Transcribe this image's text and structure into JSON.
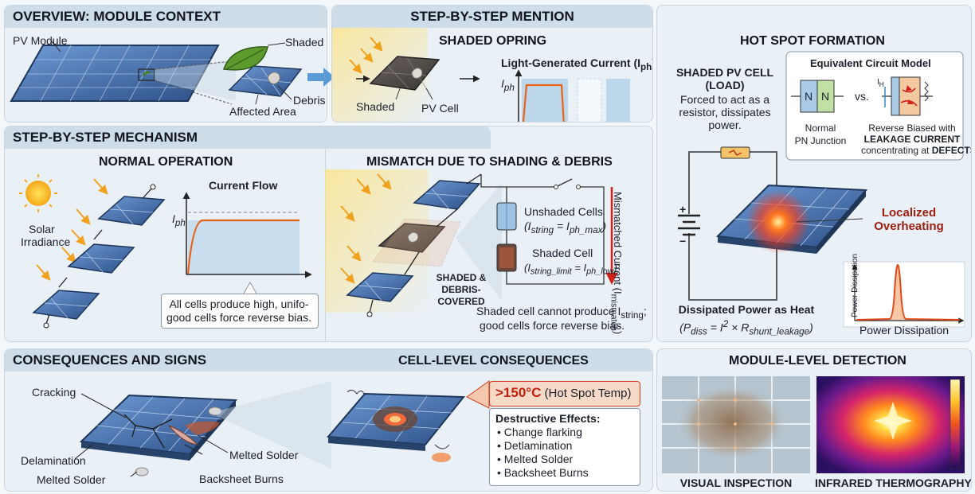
{
  "overview": {
    "title": "OVERVIEW: MODULE CONTEXT",
    "pv_module": "PV Module",
    "shaded": "Shaded",
    "debris": "Debris",
    "affected_area": "Affected Area"
  },
  "step_mention": {
    "title": "STEP-BY-STEP MENTION",
    "shaded_opring": "SHADED OPRING",
    "shaded": "Shaded",
    "pv_cell": "PV Cell",
    "chart_title": "Light-Generated Current (I",
    "chart_title_sub": "ph",
    "chart_title_end": ")",
    "y_label": "I",
    "y_label_sub": "ph"
  },
  "mechanism": {
    "title": "STEP-BY-STEP MECHANISM",
    "normal_operation": "NORMAL OPERATION",
    "solar": "Solar",
    "irradiance": "Irradiance",
    "current_flow": "Current Flow",
    "y_label": "I",
    "y_label_sub": "ph",
    "note_line1": "All cells produce high, unifo-",
    "note_line2": "good cells force reverse bias.",
    "mismatch_title": "MISMATCH DUE TO SHADING & DEBRIS",
    "unshaded_cells": "Unshaded Cells",
    "unshaded_formula": "(I",
    "unshaded_sub1": "string",
    "unshaded_eq": " = I",
    "unshaded_sub2": "ph_max",
    "unshaded_end": ")",
    "shaded_cell": "Shaded Cell",
    "shaded_formula": "(I",
    "shaded_sub1": "string_limit",
    "shaded_eq": " = I",
    "shaded_sub2": "ph_low",
    "shaded_end": ")",
    "mismatched_current": "Mismatched Current (I",
    "mismatched_sub": "mismatch",
    "mismatched_end": ")",
    "shaded_debris_1": "SHADED &",
    "shaded_debris_2": "DEBRIS-",
    "shaded_debris_3": "COVERED",
    "note_line1a": "Shaded cell cannot produce I",
    "note_line1_sub": "string",
    "note_line1b": ";"
  },
  "hotspot": {
    "title": "HOT SPOT FORMATION",
    "shaded_pv_cell": "SHADED PV CELL",
    "load": "(LOAD)",
    "desc1": "Forced to act as a",
    "desc2": "resistor, dissipates",
    "desc3": "power.",
    "eq_model": "Equivalent Circuit Model",
    "n1": "N",
    "n2": "N",
    "vs": "vs.",
    "normal": "Normal",
    "pn_junction": "PN Junction",
    "rev1": "Reverse Biased with",
    "rev2": "LEAKAGE CURRENT",
    "rev3a": "concentrating at ",
    "rev3b": "DEFECTS",
    "ih": "I",
    "ih_sub": "H",
    "localized1": "Localized",
    "localized2": "Overheating",
    "dissipated": "Dissipated Power as Heat",
    "formula_a": "(P",
    "formula_sub1": "diss",
    "formula_b": " = I",
    "formula_sup": "2",
    "formula_c": " × R",
    "formula_sub2": "shunt_leakage",
    "formula_d": ")",
    "power_dissipation_axis": "Power Dissipation",
    "power_dissipation": "Power Dissipation",
    "plus": "+",
    "minus": "−"
  },
  "consequences": {
    "title": "CONSEQUENCES AND SIGNS",
    "cell_level": "CELL-LEVEL CONSEQUENCES",
    "cracking": "Cracking",
    "delamination": "Delamination",
    "melted_solder_left": "Melted Solder",
    "melted_solder_right": "Melted Solder",
    "backsheet_burns": "Backsheet Burns",
    "temp": ">150°C",
    "temp_label": " (Hot Spot Temp)",
    "destructive": "Destructive Effects:",
    "effects": [
      "Change flarking",
      "Detlamination",
      "Melted Solder",
      "Backsheet Burns"
    ]
  },
  "detection": {
    "title": "MODULE-LEVEL DETECTION",
    "visual": "VISUAL INSPECTION",
    "infrared": "INFRARED THERMOGRAPHY"
  },
  "colors": {
    "cell_blue": "#3f6aa8",
    "accent_orange": "#f07a1f",
    "hot_red": "#e2321a",
    "dark_red": "#9b1c10"
  }
}
